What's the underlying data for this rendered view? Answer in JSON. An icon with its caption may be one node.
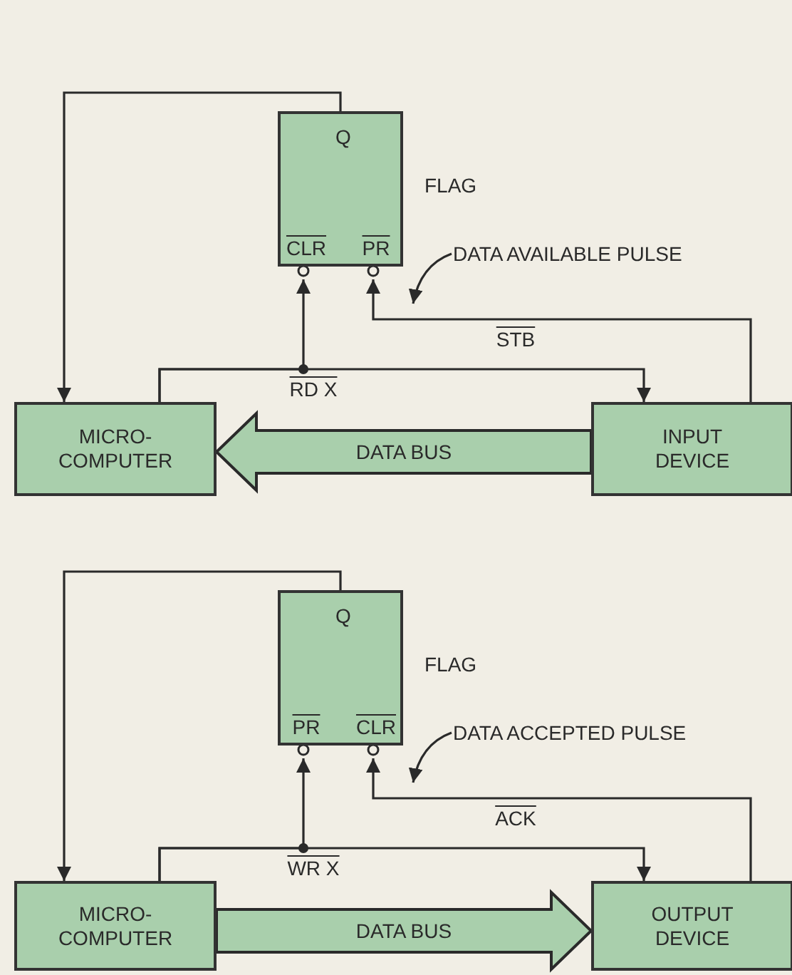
{
  "diagram": {
    "nodes": [
      {
        "text": [
          "Q",
          "CLR",
          "PR"
        ],
        "beside": [
          "FLAG"
        ]
      },
      {
        "text": [
          "MICRO- COMPUTER"
        ]
      },
      {
        "text": [
          "INPUT DEVICE"
        ]
      },
      {
        "text": [
          "DATA AVAILABLE PULSE"
        ]
      },
      {
        "text": [
          "Q",
          "PR",
          "CLR"
        ],
        "beside": [
          "FLAG"
        ]
      },
      {
        "text": [
          "MICRO- COMPUTER"
        ]
      },
      {
        "text": [
          "OUTPUT DEVICE"
        ]
      },
      {
        "text": [
          "DATA ACCEPTED PULSE"
        ]
      }
    ],
    "edges": [
      {
        "from": 0,
        "to": 1,
        "arrow": "to"
      },
      {
        "from": 1,
        "to": 0,
        "arrow": "to",
        "label": "RD X"
      },
      {
        "from": 1,
        "to": 2,
        "arrow": "to"
      },
      {
        "from": 2,
        "to": 0,
        "arrow": "to",
        "label": "STB"
      },
      {
        "from": 3,
        "to": null,
        "arrow": "to"
      },
      {
        "from": 2,
        "to": 1,
        "arrow": "to",
        "label": "DATA BUS",
        "style": "thick"
      },
      {
        "from": 4,
        "to": 5,
        "arrow": "to"
      },
      {
        "from": 5,
        "to": 4,
        "arrow": "to",
        "label": "WR X"
      },
      {
        "from": 5,
        "to": 6,
        "arrow": "to"
      },
      {
        "from": 6,
        "to": 4,
        "arrow": "to",
        "label": "ACK"
      },
      {
        "from": 7,
        "to": null,
        "arrow": "to"
      },
      {
        "from": 5,
        "to": 6,
        "arrow": "to",
        "label": "DATA BUS",
        "style": "thick"
      }
    ]
  }
}
